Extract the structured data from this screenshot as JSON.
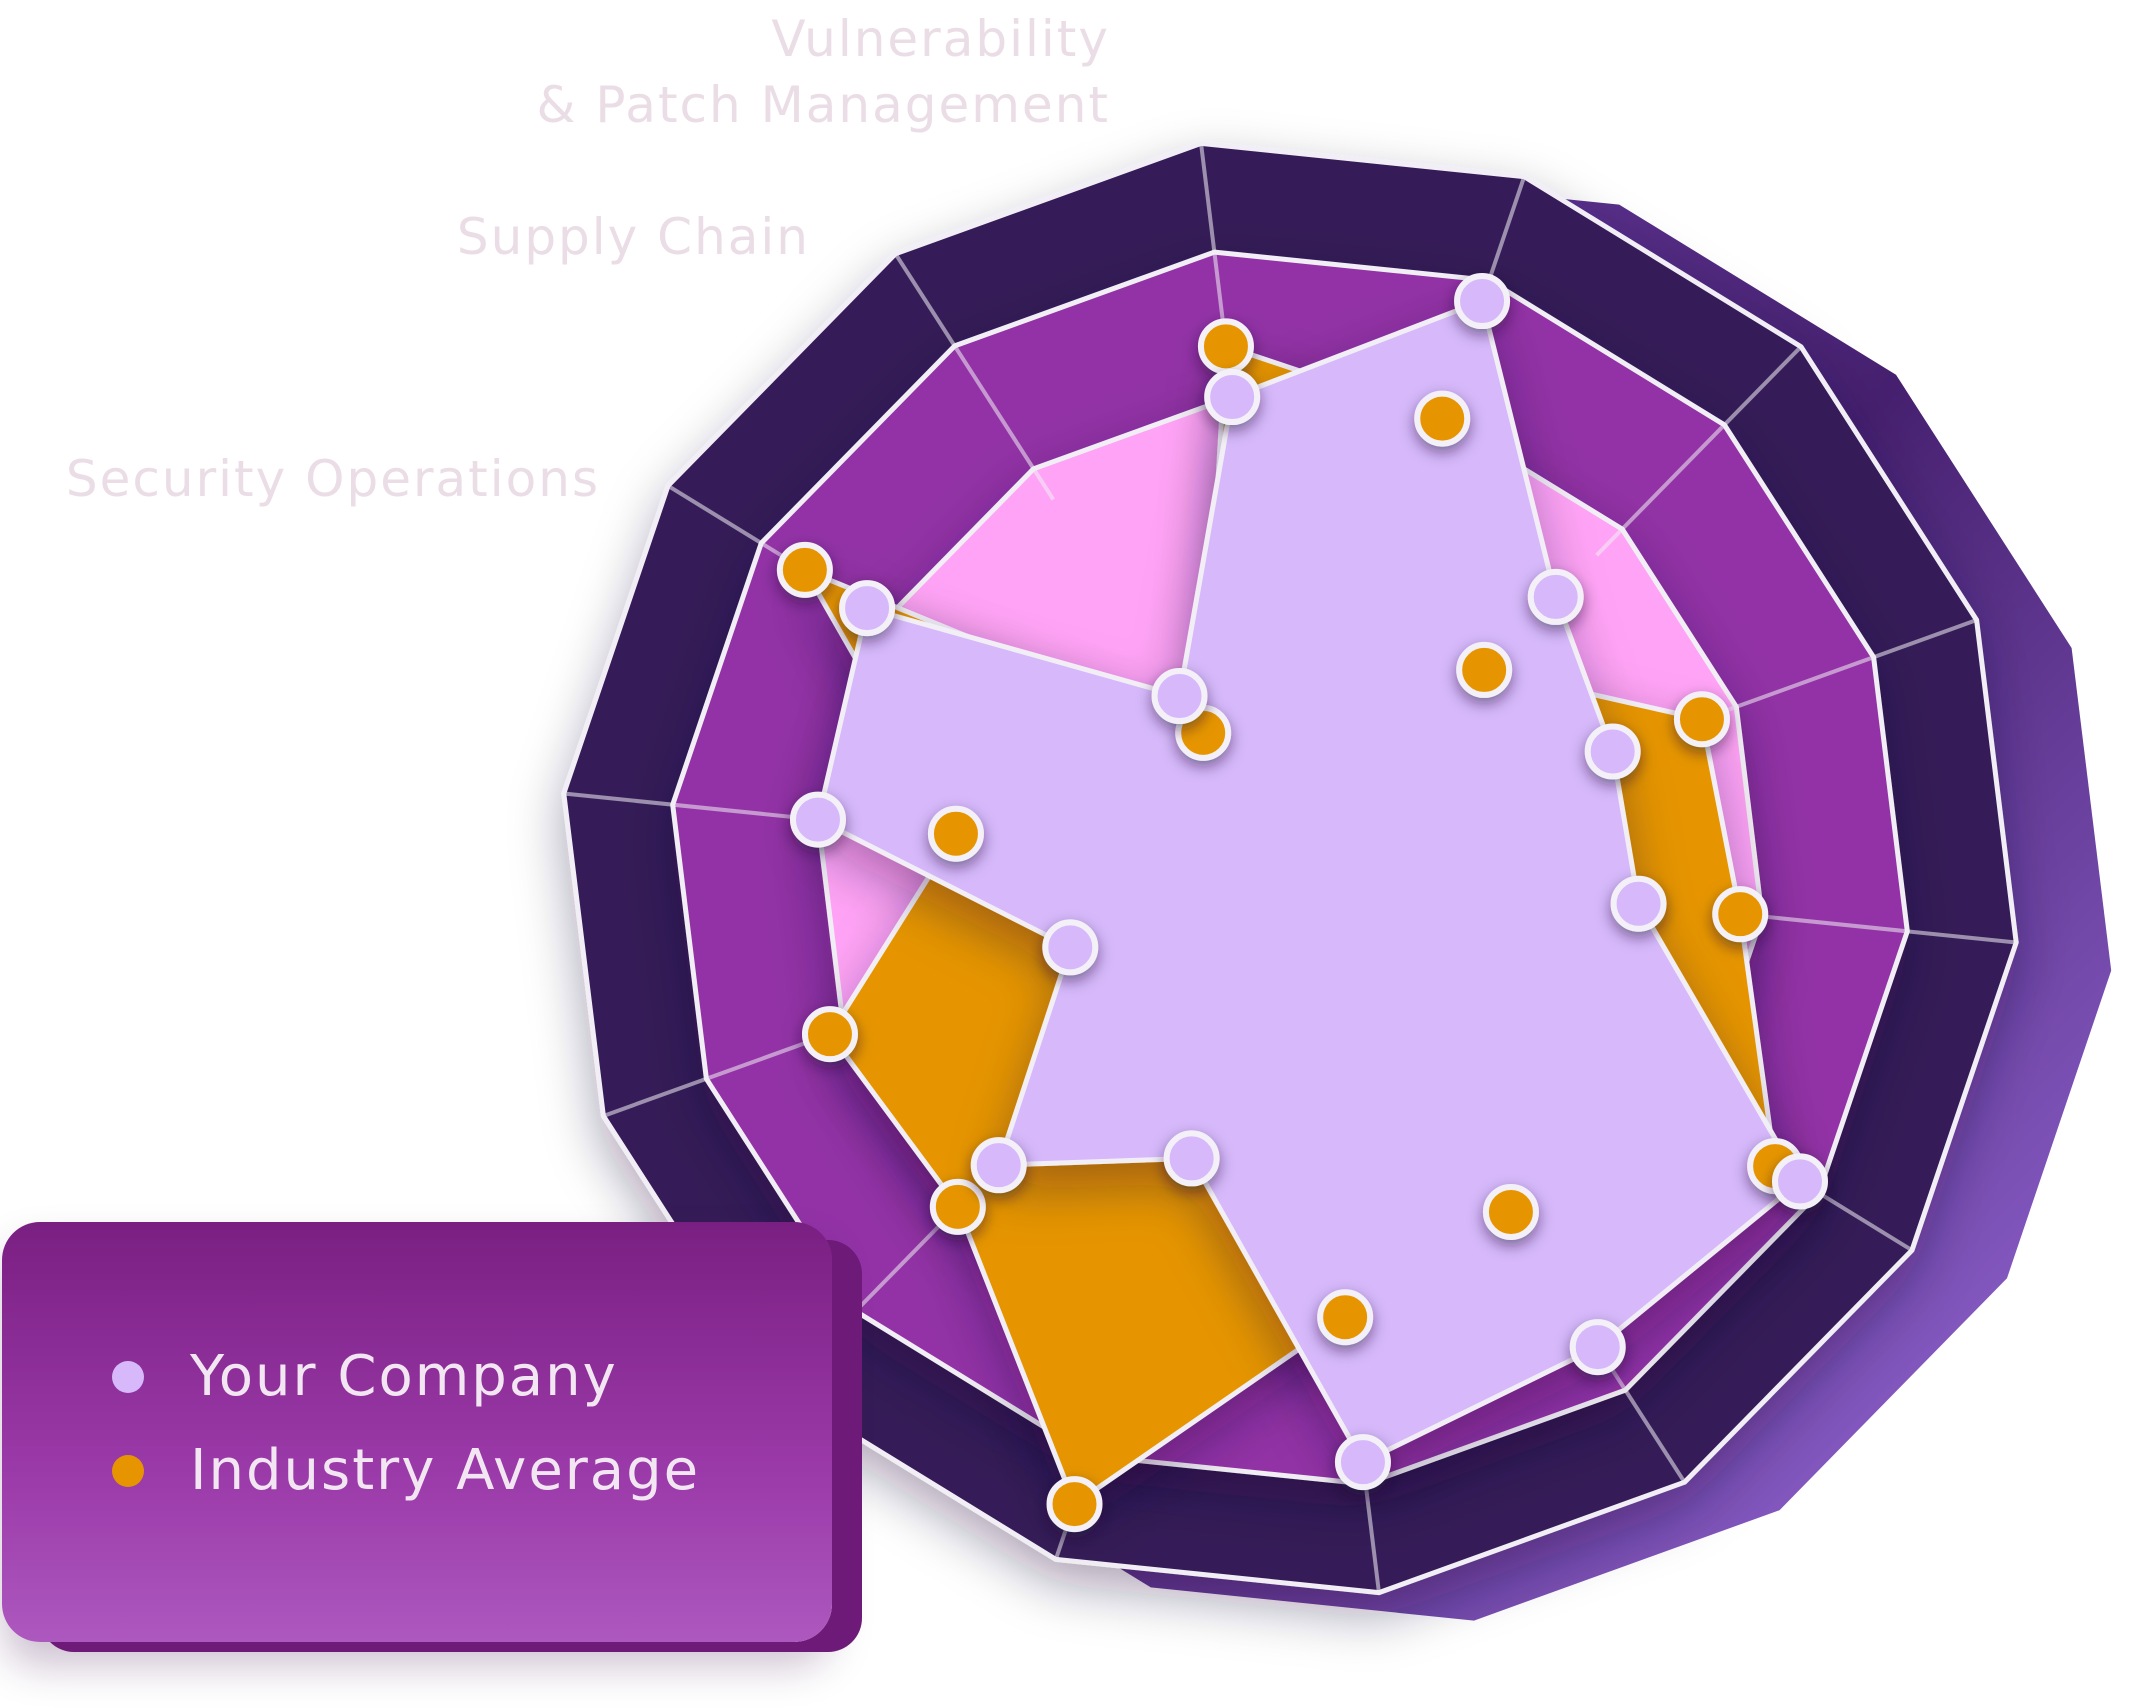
{
  "chart_data": {
    "type": "radar",
    "axes": [
      "Vulnerability\n& Patch Management",
      "Supply Chain",
      "Security Operations"
    ],
    "unlabeled_axes_count": 11,
    "series": [
      {
        "name": "Your Company",
        "color": "#d6b8fb",
        "values": [
          0.65,
          0.82,
          0.52,
          0.47,
          0.48,
          0.82,
          0.78,
          0.82,
          0.42,
          0.57,
          0.32,
          0.65,
          0.68,
          0.28
        ]
      },
      {
        "name": "Industry Average",
        "color": "#e69500",
        "values": [
          0.72,
          0.65,
          0.38,
          0.6,
          0.62,
          0.78,
          0.56,
          0.62,
          0.92,
          0.65,
          0.67,
          0.46,
          0.78,
          0.22
        ]
      }
    ],
    "rings": [
      0.65,
      0.85,
      1.0
    ],
    "ring_colors": [
      "#ffa3f6",
      "#9231a6",
      "#351a59"
    ],
    "side_color": "#5b2e90",
    "legend_position": "bottom-left"
  }
}
